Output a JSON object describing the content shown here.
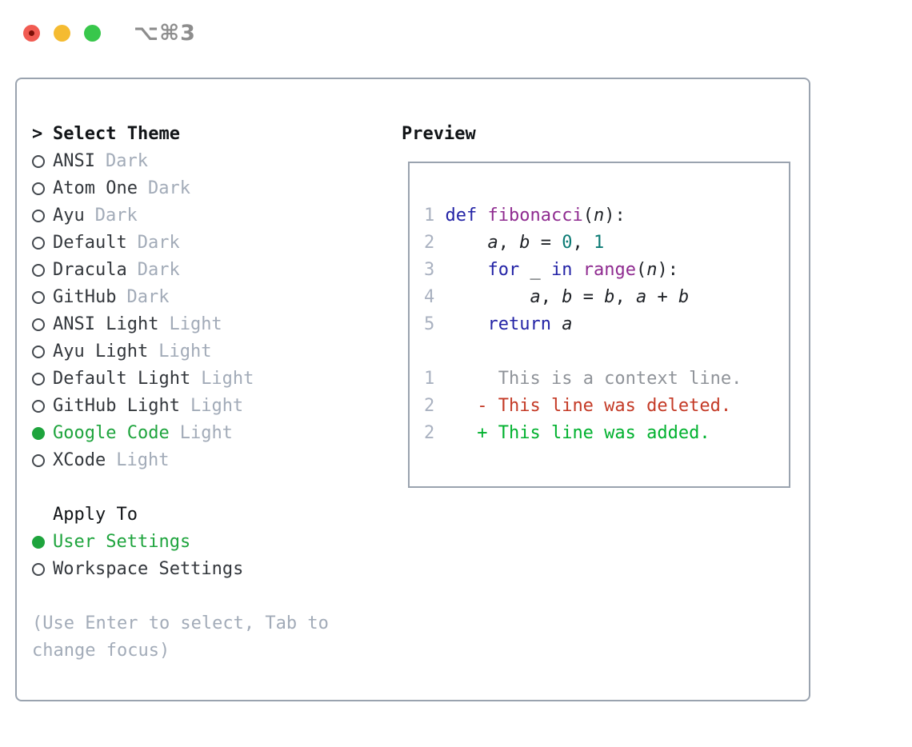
{
  "window": {
    "title": "⌥⌘3",
    "traffic_lights": [
      {
        "name": "close",
        "color": "#f15b52"
      },
      {
        "name": "minimize",
        "color": "#f5bb31"
      },
      {
        "name": "zoom",
        "color": "#38c74b"
      }
    ]
  },
  "theme_selector": {
    "prompt": ">",
    "title": "Select Theme",
    "items": [
      {
        "name": "ANSI",
        "variant": "Dark",
        "selected": false
      },
      {
        "name": "Atom One",
        "variant": "Dark",
        "selected": false
      },
      {
        "name": "Ayu",
        "variant": "Dark",
        "selected": false
      },
      {
        "name": "Default",
        "variant": "Dark",
        "selected": false
      },
      {
        "name": "Dracula",
        "variant": "Dark",
        "selected": false
      },
      {
        "name": "GitHub",
        "variant": "Dark",
        "selected": false
      },
      {
        "name": "ANSI Light",
        "variant": "Light",
        "selected": false
      },
      {
        "name": "Ayu Light",
        "variant": "Light",
        "selected": false
      },
      {
        "name": "Default Light",
        "variant": "Light",
        "selected": false
      },
      {
        "name": "GitHub Light",
        "variant": "Light",
        "selected": false
      },
      {
        "name": "Google Code",
        "variant": "Light",
        "selected": true
      },
      {
        "name": "XCode",
        "variant": "Light",
        "selected": false
      }
    ]
  },
  "apply_to": {
    "title": "Apply To",
    "options": [
      {
        "label": "User Settings",
        "selected": true
      },
      {
        "label": "Workspace Settings",
        "selected": false
      }
    ]
  },
  "hint": "(Use Enter to select, Tab to change focus)",
  "preview": {
    "title": "Preview",
    "code_lines": [
      {
        "segments": [
          {
            "t": "1 ",
            "c": "ln"
          },
          {
            "t": "def",
            "c": "kw"
          },
          {
            "t": " ",
            "c": "pl"
          },
          {
            "t": "fibonacci",
            "c": "fn"
          },
          {
            "t": "(",
            "c": "pl"
          },
          {
            "t": "n",
            "c": "var"
          },
          {
            "t": "):",
            "c": "pl"
          }
        ]
      },
      {
        "segments": [
          {
            "t": "2 ",
            "c": "ln"
          },
          {
            "t": "    ",
            "c": "pl"
          },
          {
            "t": "a",
            "c": "var"
          },
          {
            "t": ", ",
            "c": "pl"
          },
          {
            "t": "b",
            "c": "var"
          },
          {
            "t": " = ",
            "c": "pl"
          },
          {
            "t": "0",
            "c": "num"
          },
          {
            "t": ", ",
            "c": "pl"
          },
          {
            "t": "1",
            "c": "num"
          }
        ]
      },
      {
        "segments": [
          {
            "t": "3 ",
            "c": "ln"
          },
          {
            "t": "    ",
            "c": "pl"
          },
          {
            "t": "for",
            "c": "kw"
          },
          {
            "t": " _ ",
            "c": "pl"
          },
          {
            "t": "in",
            "c": "kw"
          },
          {
            "t": " ",
            "c": "pl"
          },
          {
            "t": "range",
            "c": "fn"
          },
          {
            "t": "(",
            "c": "pl"
          },
          {
            "t": "n",
            "c": "var"
          },
          {
            "t": "):",
            "c": "pl"
          }
        ]
      },
      {
        "segments": [
          {
            "t": "4 ",
            "c": "ln"
          },
          {
            "t": "        ",
            "c": "pl"
          },
          {
            "t": "a",
            "c": "var"
          },
          {
            "t": ", ",
            "c": "pl"
          },
          {
            "t": "b",
            "c": "var"
          },
          {
            "t": " = ",
            "c": "pl"
          },
          {
            "t": "b",
            "c": "var"
          },
          {
            "t": ", ",
            "c": "pl"
          },
          {
            "t": "a",
            "c": "var"
          },
          {
            "t": " + ",
            "c": "pl"
          },
          {
            "t": "b",
            "c": "var"
          }
        ]
      },
      {
        "segments": [
          {
            "t": "5 ",
            "c": "ln"
          },
          {
            "t": "    ",
            "c": "pl"
          },
          {
            "t": "return",
            "c": "kw"
          },
          {
            "t": " ",
            "c": "pl"
          },
          {
            "t": "a",
            "c": "var"
          }
        ]
      },
      {
        "segments": []
      },
      {
        "segments": [
          {
            "t": "1",
            "c": "ln"
          },
          {
            "t": "      ",
            "c": "pl"
          },
          {
            "t": "This is a context line.",
            "c": "ctx"
          }
        ]
      },
      {
        "segments": [
          {
            "t": "2",
            "c": "ln"
          },
          {
            "t": "    ",
            "c": "pl"
          },
          {
            "t": "- This line was deleted.",
            "c": "del"
          }
        ]
      },
      {
        "segments": [
          {
            "t": "2",
            "c": "ln"
          },
          {
            "t": "    ",
            "c": "pl"
          },
          {
            "t": "+ This line was added.",
            "c": "add"
          }
        ]
      }
    ]
  },
  "colors": {
    "accent_selected_green": "#1ea43d",
    "diff_added_green": "#00b12e",
    "diff_deleted_red": "#c43a26",
    "diff_context_gray": "#8f9399",
    "code_keyword_navy": "#2323a6",
    "code_function_purple": "#8f2b90",
    "code_number_teal": "#0b7a74",
    "line_number_gray": "#a9b1c0",
    "muted_text_gray": "#a2abb8",
    "border_gray": "#9aa3af",
    "traffic_red": "#f15b52",
    "traffic_yellow": "#f5bb31",
    "traffic_green": "#38c74b"
  }
}
